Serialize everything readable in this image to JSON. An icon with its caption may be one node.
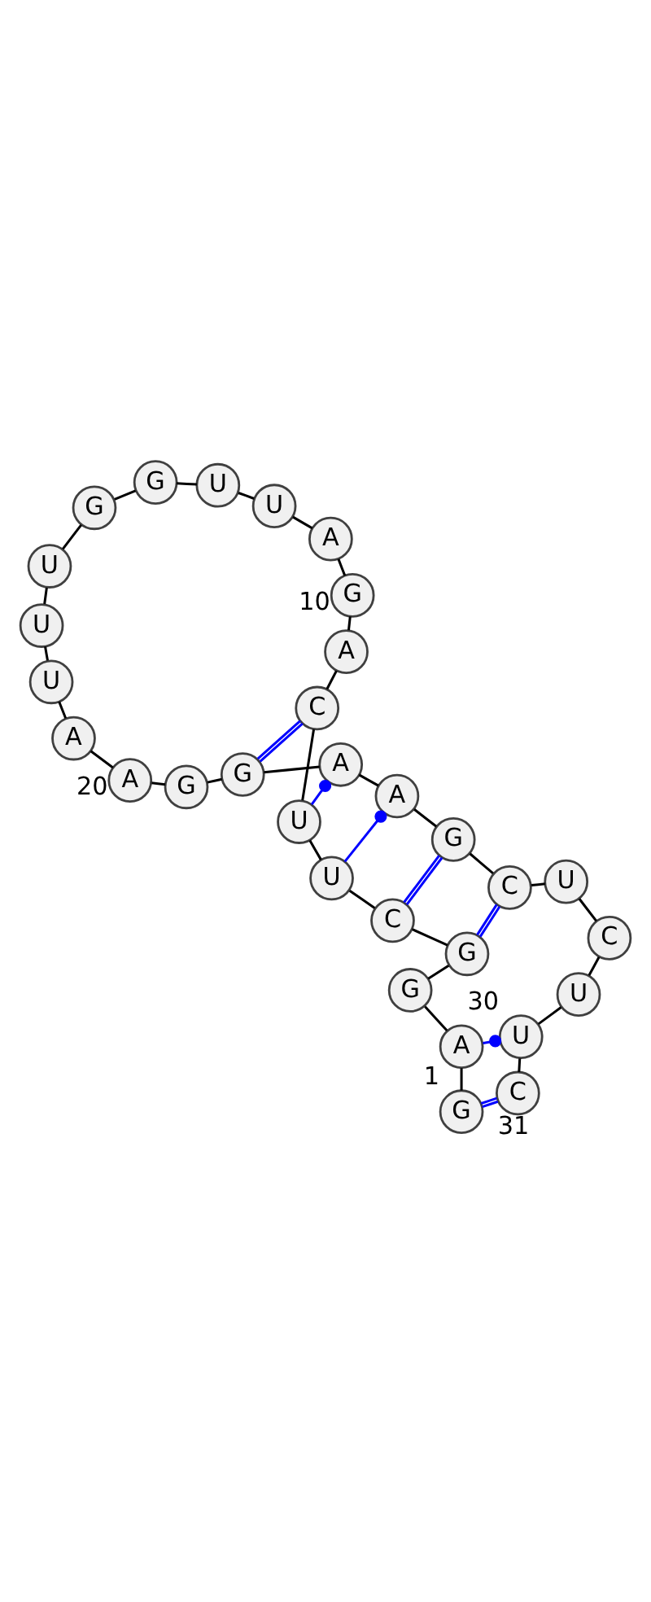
{
  "diagram": {
    "nodes": [
      {
        "text": [
          "G"
        ],
        "beside": [
          "1"
        ]
      },
      {
        "text": [
          "A"
        ]
      },
      {
        "text": [
          "G"
        ]
      },
      {
        "text": [
          "G"
        ]
      },
      {
        "text": [
          "C"
        ]
      },
      {
        "text": [
          "U"
        ]
      },
      {
        "text": [
          "U"
        ]
      },
      {
        "text": [
          "C"
        ]
      },
      {
        "text": [
          "A"
        ]
      },
      {
        "text": [
          "G"
        ],
        "beside": [
          "10"
        ]
      },
      {
        "text": [
          "A"
        ]
      },
      {
        "text": [
          "U"
        ]
      },
      {
        "text": [
          "U"
        ]
      },
      {
        "text": [
          "G"
        ]
      },
      {
        "text": [
          "G"
        ]
      },
      {
        "text": [
          "U"
        ]
      },
      {
        "text": [
          "U"
        ]
      },
      {
        "text": [
          "U"
        ]
      },
      {
        "text": [
          "A"
        ]
      },
      {
        "text": [
          "A"
        ],
        "beside": [
          "20"
        ]
      },
      {
        "text": [
          "G"
        ]
      },
      {
        "text": [
          "G"
        ]
      },
      {
        "text": [
          "A"
        ]
      },
      {
        "text": [
          "A"
        ]
      },
      {
        "text": [
          "G"
        ]
      },
      {
        "text": [
          "C"
        ]
      },
      {
        "text": [
          "U"
        ]
      },
      {
        "text": [
          "C"
        ]
      },
      {
        "text": [
          "U"
        ]
      },
      {
        "text": [
          "U"
        ],
        "beside": [
          "30"
        ]
      },
      {
        "text": [
          "C"
        ],
        "beside": [
          "31"
        ]
      }
    ],
    "edges": [
      {
        "from": 0,
        "to": 1,
        "arrow": "none"
      },
      {
        "from": 1,
        "to": 2,
        "arrow": "none"
      },
      {
        "from": 2,
        "to": 3,
        "arrow": "none"
      },
      {
        "from": 3,
        "to": 4,
        "arrow": "none"
      },
      {
        "from": 4,
        "to": 5,
        "arrow": "none"
      },
      {
        "from": 5,
        "to": 6,
        "arrow": "none"
      },
      {
        "from": 6,
        "to": 7,
        "arrow": "none"
      },
      {
        "from": 7,
        "to": 8,
        "arrow": "none"
      },
      {
        "from": 8,
        "to": 9,
        "arrow": "none"
      },
      {
        "from": 9,
        "to": 10,
        "arrow": "none"
      },
      {
        "from": 10,
        "to": 11,
        "arrow": "none"
      },
      {
        "from": 11,
        "to": 12,
        "arrow": "none"
      },
      {
        "from": 12,
        "to": 13,
        "arrow": "none"
      },
      {
        "from": 13,
        "to": 14,
        "arrow": "none"
      },
      {
        "from": 14,
        "to": 15,
        "arrow": "none"
      },
      {
        "from": 15,
        "to": 16,
        "arrow": "none"
      },
      {
        "from": 16,
        "to": 17,
        "arrow": "none"
      },
      {
        "from": 17,
        "to": 18,
        "arrow": "none"
      },
      {
        "from": 18,
        "to": 19,
        "arrow": "none"
      },
      {
        "from": 19,
        "to": 20,
        "arrow": "none"
      },
      {
        "from": 20,
        "to": 21,
        "arrow": "none"
      },
      {
        "from": 21,
        "to": 22,
        "arrow": "none"
      },
      {
        "from": 22,
        "to": 23,
        "arrow": "none"
      },
      {
        "from": 23,
        "to": 24,
        "arrow": "none"
      },
      {
        "from": 24,
        "to": 25,
        "arrow": "none"
      },
      {
        "from": 25,
        "to": 26,
        "arrow": "none"
      },
      {
        "from": 26,
        "to": 27,
        "arrow": "none"
      },
      {
        "from": 27,
        "to": 28,
        "arrow": "none"
      },
      {
        "from": 28,
        "to": 29,
        "arrow": "none"
      },
      {
        "from": 29,
        "to": 30,
        "arrow": "none"
      },
      {
        "from": 0,
        "to": 30,
        "arrow": "none",
        "color": "#0000ff"
      },
      {
        "from": 1,
        "to": 29,
        "arrow": "other",
        "color": "#0000ff"
      },
      {
        "from": 3,
        "to": 25,
        "arrow": "none",
        "color": "#0000ff"
      },
      {
        "from": 4,
        "to": 24,
        "arrow": "none",
        "color": "#0000ff"
      },
      {
        "from": 5,
        "to": 23,
        "arrow": "other",
        "color": "#0000ff"
      },
      {
        "from": 6,
        "to": 22,
        "arrow": "other",
        "color": "#0000ff"
      },
      {
        "from": 7,
        "to": 21,
        "arrow": "none",
        "color": "#0000ff"
      }
    ]
  }
}
